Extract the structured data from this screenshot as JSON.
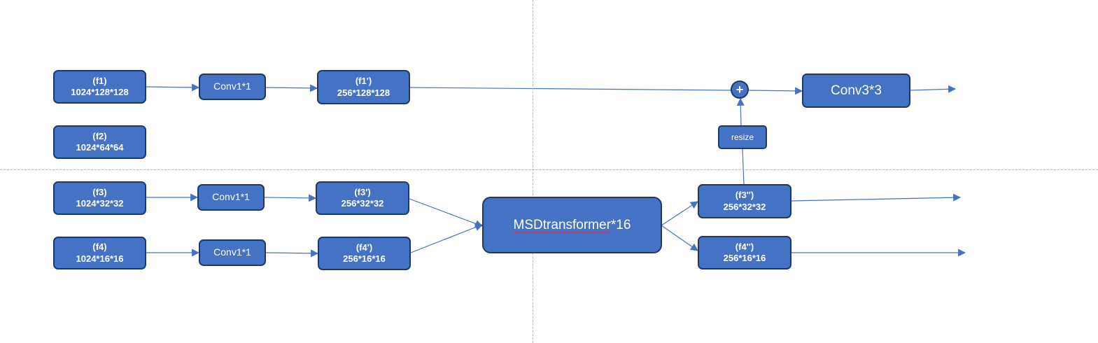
{
  "diagram": {
    "colors": {
      "box_fill": "#4472c4",
      "box_border": "#1f3864",
      "arrow": "#4472c4",
      "guide": "#b8b8b8"
    },
    "features_in": {
      "f1": {
        "name": "(f1)",
        "shape": "1024*128*128"
      },
      "f2": {
        "name": "(f2)",
        "shape": "1024*64*64"
      },
      "f3": {
        "name": "(f3)",
        "shape": "1024*32*32"
      },
      "f4": {
        "name": "(f4)",
        "shape": "1024*16*16"
      }
    },
    "convs": {
      "c1": "Conv1*1",
      "c3": "Conv1*1",
      "c4": "Conv1*1"
    },
    "features_proj": {
      "f1p": {
        "name": "(f1')",
        "shape": "256*128*128"
      },
      "f3p": {
        "name": "(f3')",
        "shape": "256*32*32"
      },
      "f4p": {
        "name": "(f4')",
        "shape": "256*16*16"
      }
    },
    "transformer": {
      "label_main": "MSDtransformer",
      "label_suffix": "*16"
    },
    "features_out": {
      "f3pp": {
        "name": "(f3'')",
        "shape": "256*32*32"
      },
      "f4pp": {
        "name": "(f4'')",
        "shape": "256*16*16"
      }
    },
    "resize": "resize",
    "conv3": "Conv3*3",
    "plus_symbol": "+"
  }
}
